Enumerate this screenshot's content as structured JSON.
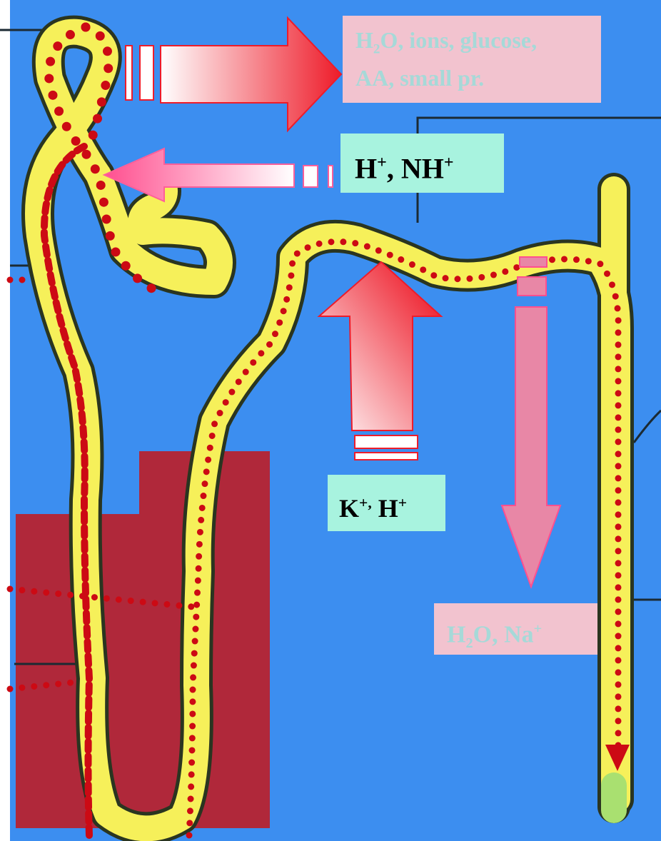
{
  "labels": {
    "filtered_line1_pre": "H",
    "filtered_line1_sub": "2",
    "filtered_line1_post": "O, ions, glucose,",
    "filtered_line2": "AA, small pr.",
    "secreted_top_h": "H",
    "secreted_top_h_sup": "+",
    "secreted_top_nh": ", NH",
    "secreted_top_nh_sup": "+",
    "secreted_mid_k": "K",
    "secreted_mid_k_sup": "+,",
    "secreted_mid_h": " H",
    "secreted_mid_h_sup": "+",
    "collecting_pre": "H",
    "collecting_sub": "2",
    "collecting_mid": "O, Na",
    "collecting_sup": "+"
  },
  "colors": {
    "background": "#3c8ef0",
    "medulla": "#b0283a",
    "tubule": "#f6f05a",
    "tubule_outline": "#2a3520",
    "flow_dots": "#cc0a14",
    "arrow_red": "#ee1c2a",
    "arrow_pink": "#ff5f9a",
    "arrow_pink_solid": "#e887a6",
    "box_pink": "#f2c3cf",
    "box_mint": "#a8f3df"
  }
}
